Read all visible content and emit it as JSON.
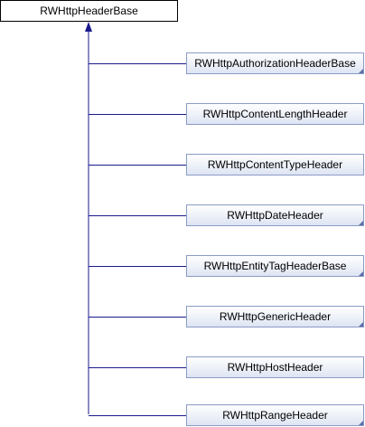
{
  "diagram": {
    "type": "class-inheritance",
    "base_class": {
      "label": "RWHttpHeaderBase"
    },
    "derived_classes": [
      {
        "label": "RWHttpAuthorizationHeaderBase"
      },
      {
        "label": "RWHttpContentLengthHeader"
      },
      {
        "label": "RWHttpContentTypeHeader"
      },
      {
        "label": "RWHttpDateHeader"
      },
      {
        "label": "RWHttpEntityTagHeaderBase"
      },
      {
        "label": "RWHttpGenericHeader"
      },
      {
        "label": "RWHttpHostHeader"
      },
      {
        "label": "RWHttpRangeHeader"
      }
    ],
    "colors": {
      "base_fill": "#ffffff",
      "base_border": "#000000",
      "derived_fill_top": "#ffffff",
      "derived_fill_bottom": "#dde4f2",
      "derived_border": "#8a9bc4",
      "connector": "#1a1a8c",
      "corner_marker": "#5a6fa8"
    }
  }
}
